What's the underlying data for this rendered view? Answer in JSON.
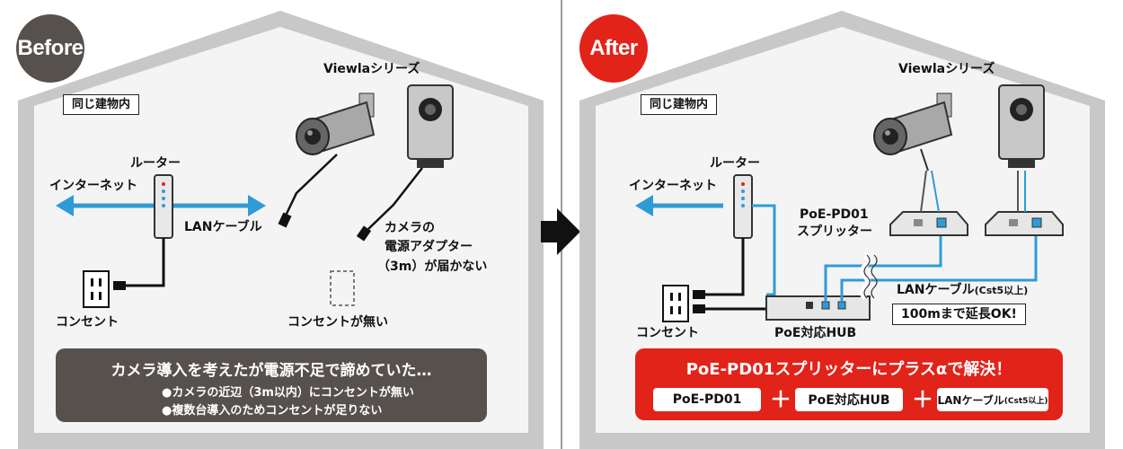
{
  "before": {
    "badge": "Before",
    "building_tag": "同じ建物内",
    "router_label": "ルーター",
    "internet_label": "インターネット",
    "lan_label": "LANケーブル",
    "series_label": "Viewlaシリーズ",
    "adapter_line1": "カメラの",
    "adapter_line2": "電源アダプター",
    "adapter_line3": "（3m）が届かない",
    "outlet_label": "コンセント",
    "no_outlet_label": "コンセントが無い",
    "summary_title": "カメラ導入を考えたが電源不足で諦めていた…",
    "bullet1": "●カメラの近辺（3m以内）にコンセントが無い",
    "bullet2": "●複数台導入のためコンセントが足りない"
  },
  "after": {
    "badge": "After",
    "building_tag": "同じ建物内",
    "router_label": "ルーター",
    "internet_label": "インターネット",
    "series_label": "Viewlaシリーズ",
    "splitter_line1": "PoE-PD01",
    "splitter_line2": "スプリッター",
    "lan_cable_label": "LANケーブル",
    "lan_cable_note": "(Cst5以上)",
    "extend_label": "100mまで延長OK!",
    "hub_label": "PoE対応HUB",
    "outlet_label": "コンセント",
    "solution_title": "PoE-PD01スプリッターにプラスαで解決！",
    "item1": "PoE-PD01",
    "item2": "PoE対応HUB",
    "item3_main": "LANケーブル",
    "item3_note": "(Cst5以上)",
    "plus": "＋"
  },
  "colors": {
    "before_badge": "#57514e",
    "after_badge": "#e2231a",
    "lan_blue": "#2f9bd6",
    "house_outline": "#c8c8c8",
    "house_fill": "#f4f4f4"
  }
}
